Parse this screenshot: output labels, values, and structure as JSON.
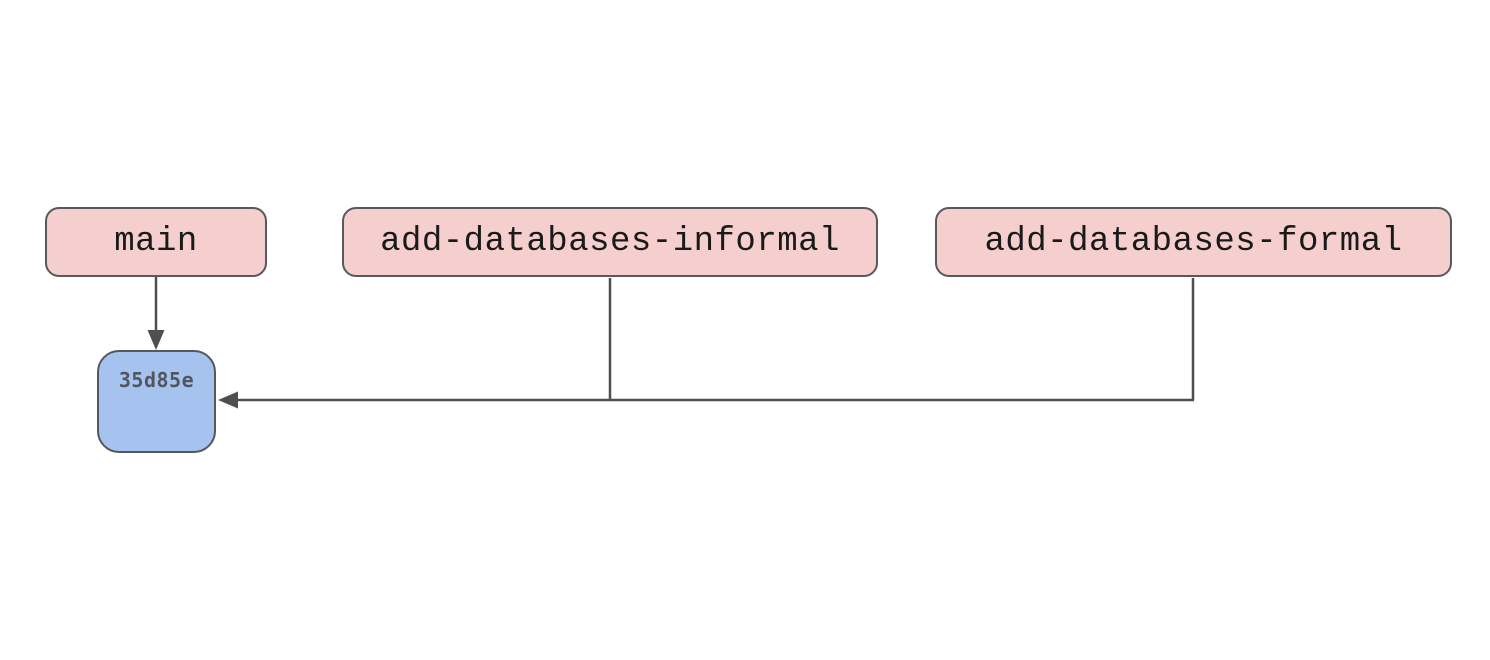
{
  "diagram": {
    "type": "git-branch-diagram",
    "background": "#ffffff",
    "colors": {
      "background": "#ffffff",
      "branch_fill": "#f5cfce",
      "branch_border": "#59595b",
      "branch_text": "#1a1a1a",
      "commit_fill": "#a6c3f0",
      "commit_border": "#54585c",
      "commit_text": "#50565c",
      "edge_color": "#4f4f4f"
    },
    "branches": [
      {
        "label": "main"
      },
      {
        "label": "add-databases-informal"
      },
      {
        "label": "add-databases-formal"
      }
    ],
    "commits": [
      {
        "hash": "35d85e"
      }
    ],
    "edges": [
      {
        "from": "main",
        "to": "35d85e",
        "arrow": true
      },
      {
        "from": "add-databases-informal",
        "to": "35d85e",
        "arrow": true
      },
      {
        "from": "add-databases-formal",
        "to": "35d85e",
        "arrow": true
      }
    ]
  }
}
